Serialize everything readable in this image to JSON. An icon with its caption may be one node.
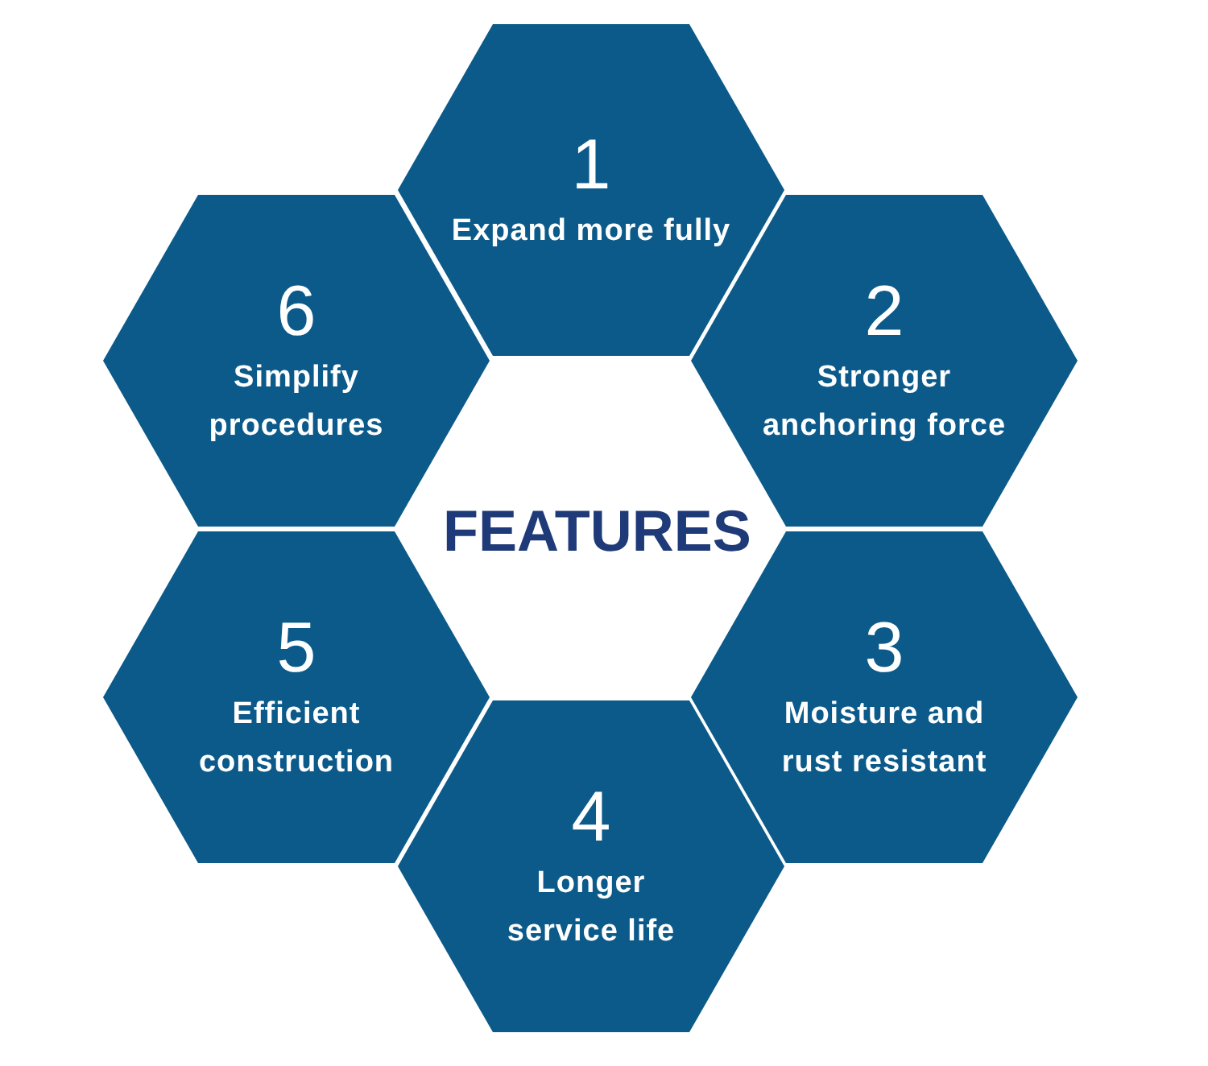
{
  "diagram": {
    "nodes": [
      {
        "text": [
          "1",
          "Expand more fully"
        ]
      },
      {
        "text": [
          "2",
          "Stronger anchoring force"
        ]
      },
      {
        "text": [
          "3",
          "Moisture and rust resistant"
        ]
      },
      {
        "text": [
          "4",
          "Longer service life"
        ]
      },
      {
        "text": [
          "5",
          "Efficient construction"
        ]
      },
      {
        "text": [
          "6",
          "Simplify procedures"
        ]
      }
    ],
    "labels": [
      "FEATURES"
    ]
  }
}
